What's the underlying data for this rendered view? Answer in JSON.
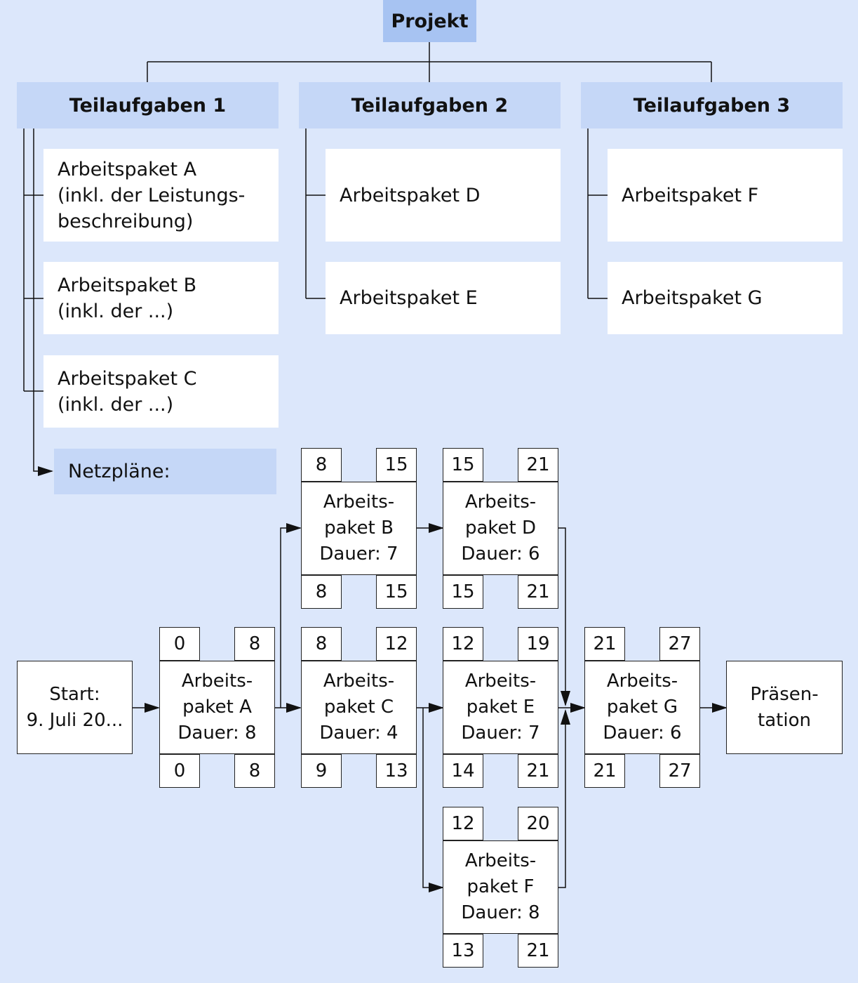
{
  "project": {
    "title": "Projekt"
  },
  "subtasks": [
    {
      "title": "Teilaufgaben 1",
      "packages": [
        "Arbeitspaket A\n(inkl. der Leistungs-\nbeschreibung)",
        "Arbeitspaket B\n(inkl. der ...)",
        "Arbeitspaket C\n(inkl. der ...)"
      ]
    },
    {
      "title": "Teilaufgaben 2",
      "packages": [
        "Arbeitspaket D",
        "Arbeitspaket E"
      ]
    },
    {
      "title": "Teilaufgaben 3",
      "packages": [
        "Arbeitspaket F",
        "Arbeitspaket G"
      ]
    }
  ],
  "network": {
    "label": "Netzpläne:",
    "start": "Start:\n9. Juli 20...",
    "end": "Präsen-\ntation",
    "nodes": [
      {
        "id": "A",
        "label": "Arbeits-\npaket A\nDauer: 8",
        "es": "0",
        "ef": "8",
        "ls": "0",
        "lf": "8"
      },
      {
        "id": "B",
        "label": "Arbeits-\npaket B\nDauer: 7",
        "es": "8",
        "ef": "15",
        "ls": "8",
        "lf": "15"
      },
      {
        "id": "C",
        "label": "Arbeits-\npaket C\nDauer: 4",
        "es": "8",
        "ef": "12",
        "ls": "9",
        "lf": "13"
      },
      {
        "id": "D",
        "label": "Arbeits-\npaket D\nDauer: 6",
        "es": "15",
        "ef": "21",
        "ls": "15",
        "lf": "21"
      },
      {
        "id": "E",
        "label": "Arbeits-\npaket E\nDauer: 7",
        "es": "12",
        "ef": "19",
        "ls": "14",
        "lf": "21"
      },
      {
        "id": "F",
        "label": "Arbeits-\npaket F\nDauer: 8",
        "es": "12",
        "ef": "20",
        "ls": "13",
        "lf": "21"
      },
      {
        "id": "G",
        "label": "Arbeits-\npaket G\nDauer: 6",
        "es": "21",
        "ef": "27",
        "ls": "21",
        "lf": "27"
      }
    ]
  },
  "colors": {
    "header": "#a7c3f2",
    "subtask": "#c5d7f7",
    "background": "#dce7fb",
    "line": "#222222"
  }
}
